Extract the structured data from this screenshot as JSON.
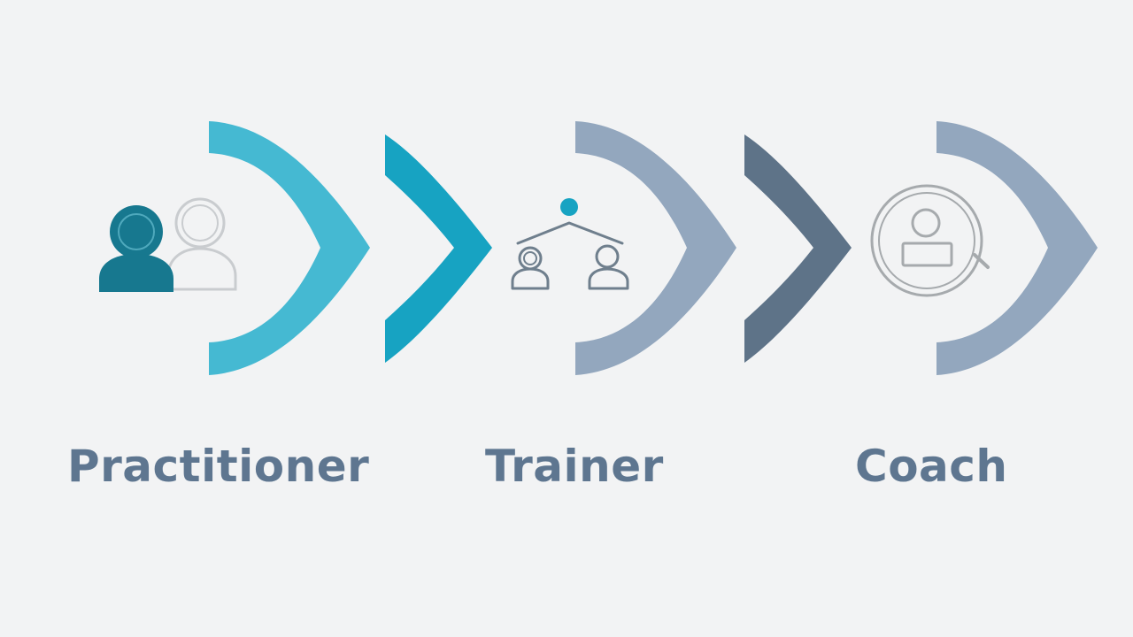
{
  "stages": [
    {
      "label": "Practitioner",
      "icon": "people-pair-icon"
    },
    {
      "label": "Trainer",
      "icon": "trainer-hierarchy-icon"
    },
    {
      "label": "Coach",
      "icon": "coach-magnifier-icon"
    }
  ],
  "colors": {
    "background": "#f2f3f4",
    "practitioner_arc": "#45b9d2",
    "connector_1": "#17a3c2",
    "trainer_arc": "#93a7be",
    "connector_2": "#5e7388",
    "coach_arc": "#93a7be",
    "label_text": "#5e7690",
    "practitioner_icon_fill": "#17788f",
    "icon_outline_gray": "#c9cccf",
    "trainer_icon_stroke": "#6f7f8d",
    "trainer_icon_dot": "#17a3c2",
    "coach_icon_stroke": "#a6aaad"
  }
}
